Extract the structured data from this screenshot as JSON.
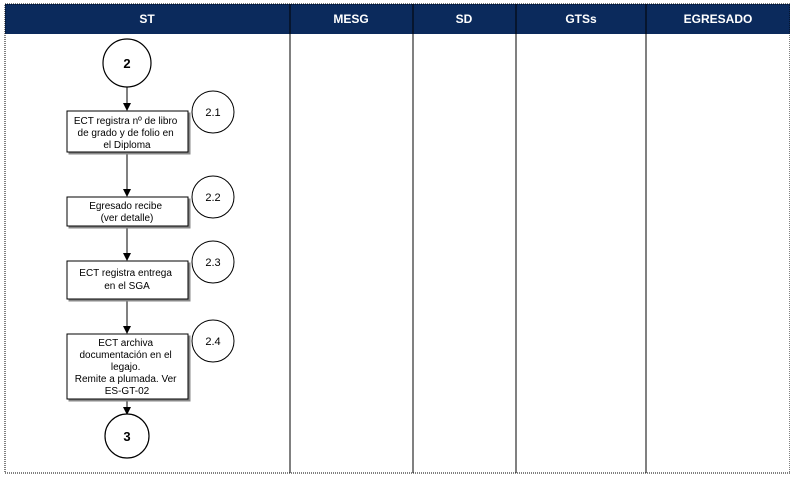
{
  "lanes": [
    {
      "label": "ST"
    },
    {
      "label": "MESG"
    },
    {
      "label": "SD"
    },
    {
      "label": "GTSs"
    },
    {
      "label": "EGRESADO"
    }
  ],
  "connectors": {
    "start": "2",
    "end": "3"
  },
  "steps": [
    {
      "number": "2.1",
      "lines": [
        "ECT registra nº de libro",
        "de grado y de folio en",
        "el Diploma"
      ]
    },
    {
      "number": "2.2",
      "lines": [
        "Egresado recibe",
        "(ver detalle)"
      ]
    },
    {
      "number": "2.3",
      "lines": [
        "ECT registra entrega",
        "en el SGA"
      ]
    },
    {
      "number": "2.4",
      "lines": [
        "ECT archiva",
        "documentación en el",
        "legajo.",
        "Remite a plumada. Ver",
        "ES-GT-02"
      ]
    }
  ],
  "colors": {
    "header_bg": "#0b2a5c",
    "header_text": "#ffffff",
    "line": "#000000"
  }
}
